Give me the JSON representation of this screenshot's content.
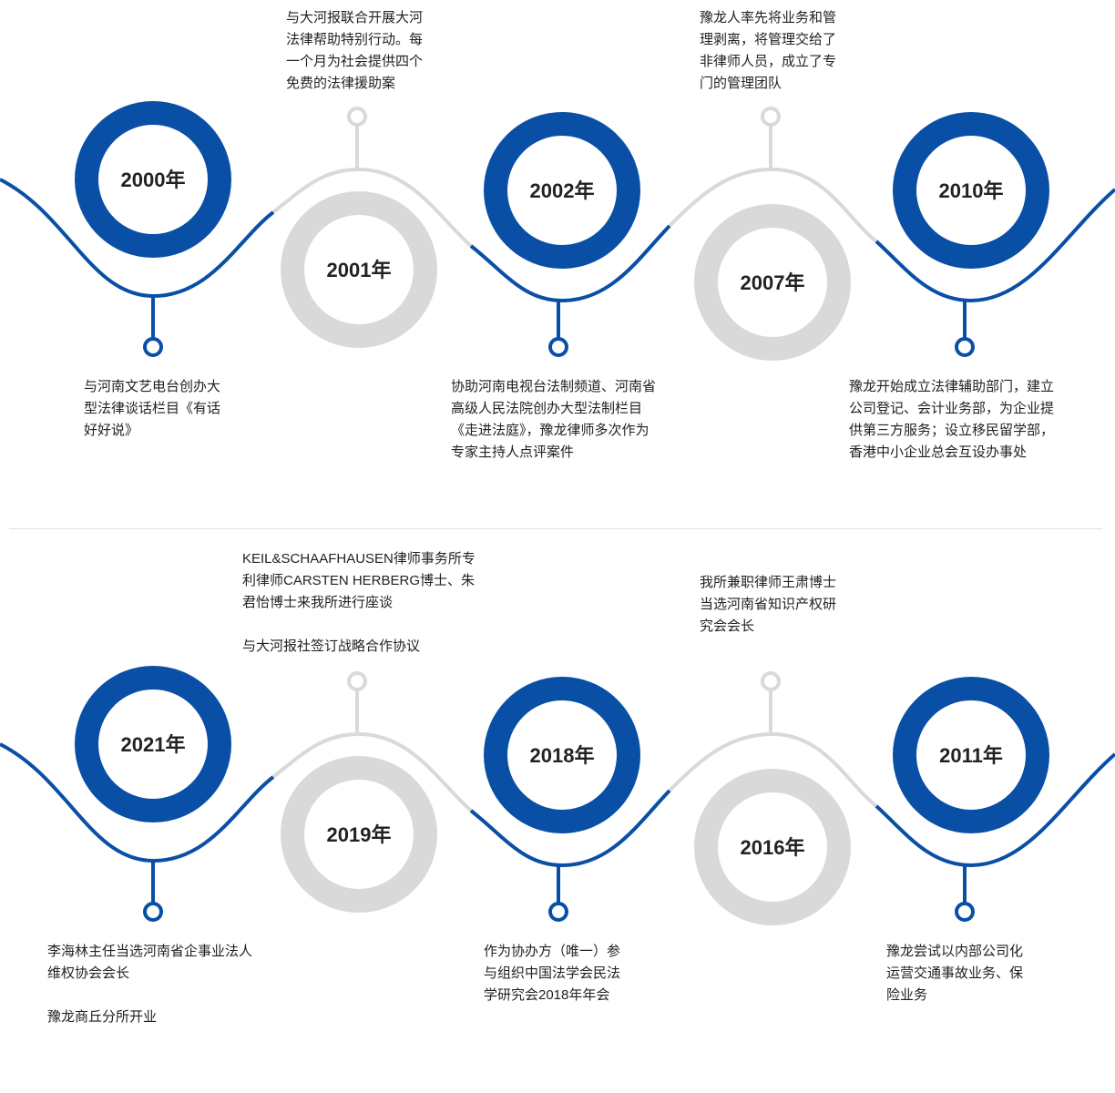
{
  "colors": {
    "blue": "#0a4fa6",
    "gray": "#d9d9d9",
    "text": "#222222"
  },
  "rows": [
    {
      "years": [
        "2000年",
        "2001年",
        "2002年",
        "2007年",
        "2010年"
      ],
      "events": [
        "与河南文艺电台创办大\n型法律谈话栏目《有话\n好好说》",
        "与大河报联合开展大河\n法律帮助特别行动。每\n一个月为社会提供四个\n免费的法律援助案",
        "协助河南电视台法制频道、河南省\n高级人民法院创办大型法制栏目\n《走进法庭》，豫龙律师多次作为\n专家主持人点评案件",
        "豫龙人率先将业务和管\n理剥离，将管理交给了\n非律师人员，成立了专\n门的管理团队",
        "豫龙开始成立法律辅助部门，建立\n公司登记、会计业务部，为企业提\n供第三方服务；设立移民留学部，\n香港中小企业总会互设办事处"
      ]
    },
    {
      "years": [
        "2021年",
        "2019年",
        "2018年",
        "2016年",
        "2011年"
      ],
      "events": [
        "李海林主任当选河南省企事业法人\n维权协会会长\n\n豫龙商丘分所开业",
        "KEIL&SCHAAFHAUSEN律师事务所专\n利律师CARSTEN HERBERG博士、朱\n君怡博士来我所进行座谈\n\n与大河报社签订战略合作协议",
        "作为协办方（唯一）参\n与组织中国法学会民法\n学研究会2018年年会",
        "我所兼职律师王肃博士\n当选河南省知识产权研\n究会会长",
        "豫龙尝试以内部公司化\n运营交通事故业务、保\n险业务"
      ]
    }
  ]
}
